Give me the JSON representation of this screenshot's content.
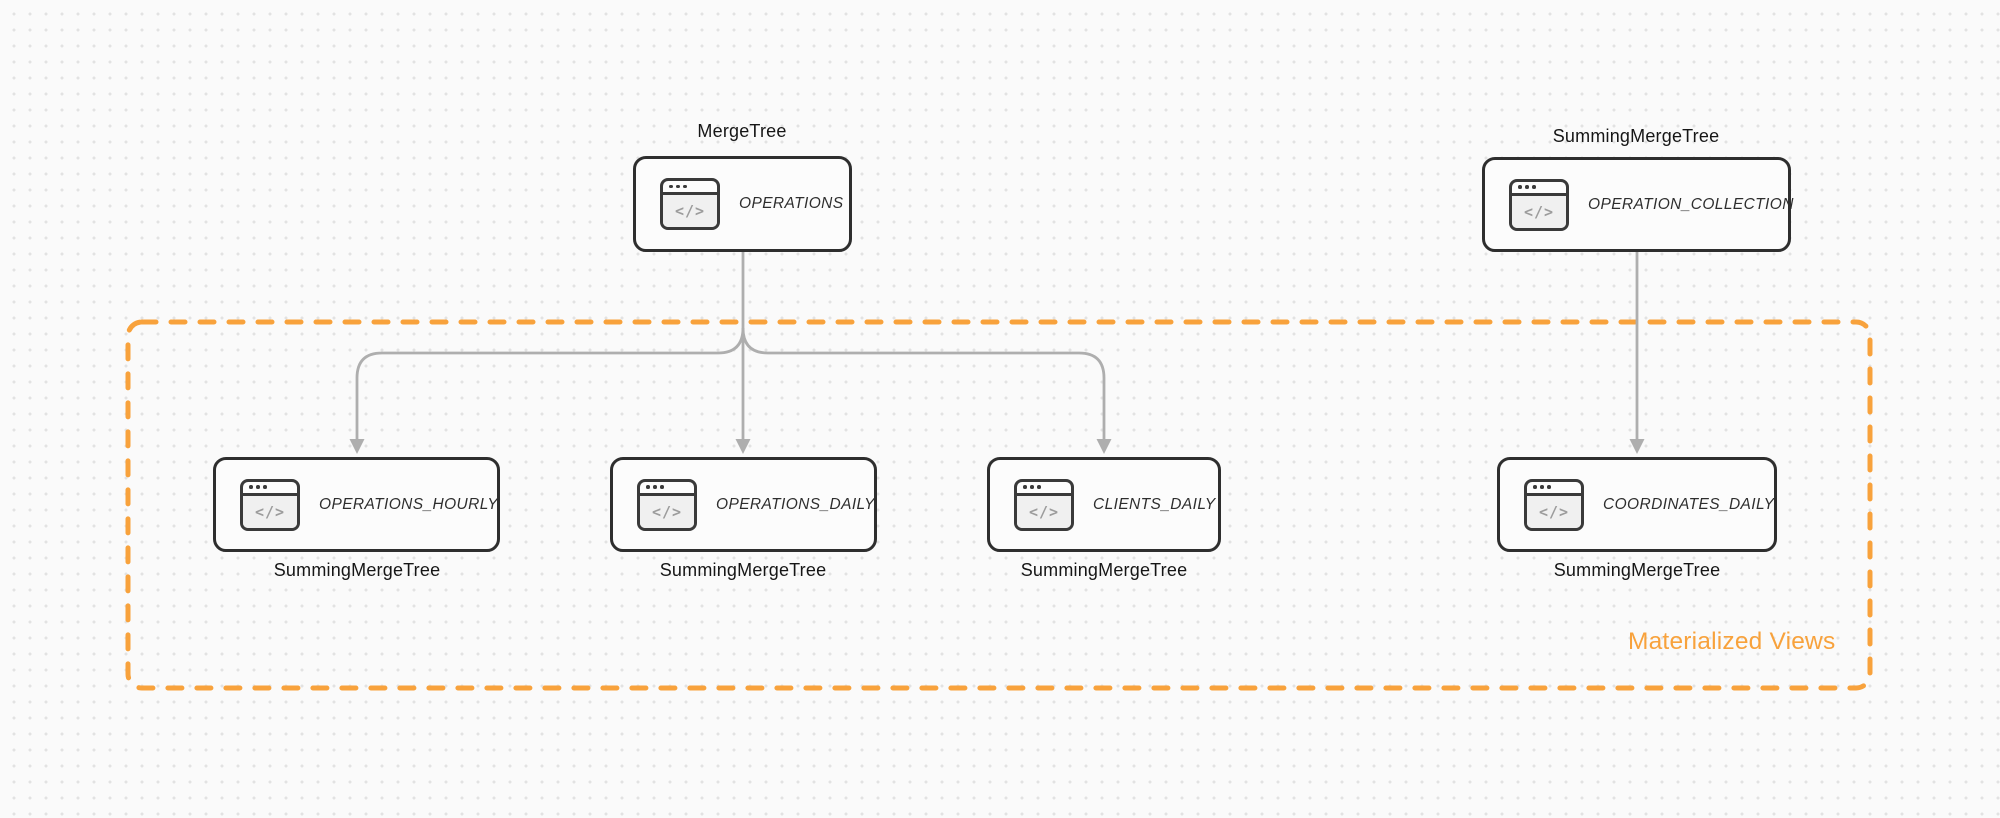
{
  "colors": {
    "accent_orange": "#f8a23c",
    "arrow_gray": "#aeaeae",
    "node_border": "#2e2e2e"
  },
  "icon": {
    "name": "code-window-icon",
    "glyph": "</>"
  },
  "group": {
    "label": "Materialized Views"
  },
  "nodes": [
    {
      "id": "operations",
      "name": "OPERATIONS",
      "engine": "MergeTree",
      "engine_position": "above"
    },
    {
      "id": "operation_collection",
      "name": "OPERATION_COLLECTION",
      "engine": "SummingMergeTree",
      "engine_position": "above"
    },
    {
      "id": "operations_hourly",
      "name": "OPERATIONS_HOURLY",
      "engine": "SummingMergeTree",
      "engine_position": "below"
    },
    {
      "id": "operations_daily",
      "name": "OPERATIONS_DAILY",
      "engine": "SummingMergeTree",
      "engine_position": "below"
    },
    {
      "id": "clients_daily",
      "name": "CLIENTS_DAILY",
      "engine": "SummingMergeTree",
      "engine_position": "below"
    },
    {
      "id": "coordinates_daily",
      "name": "COORDINATES_DAILY",
      "engine": "SummingMergeTree",
      "engine_position": "below"
    }
  ],
  "edges": [
    {
      "from": "operations",
      "to": "operations_hourly"
    },
    {
      "from": "operations",
      "to": "operations_daily"
    },
    {
      "from": "operations",
      "to": "clients_daily"
    },
    {
      "from": "operation_collection",
      "to": "coordinates_daily"
    }
  ]
}
